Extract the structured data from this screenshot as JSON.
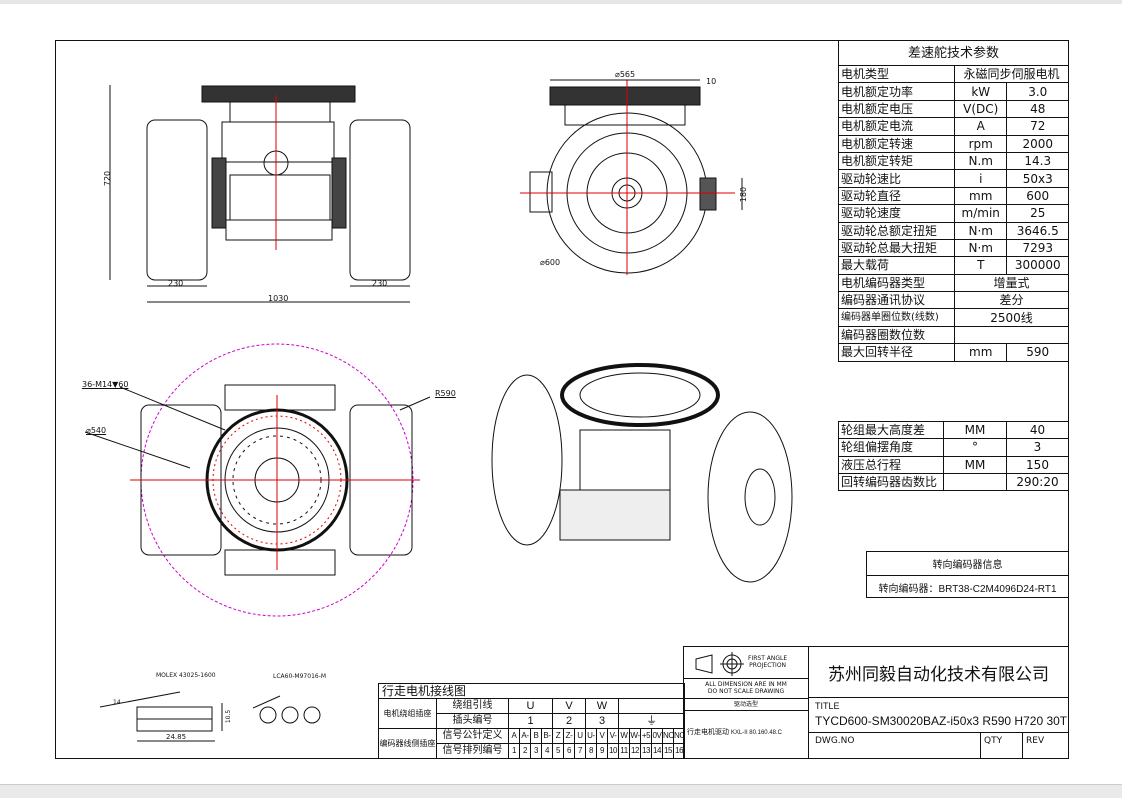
{
  "spec_table": {
    "title": "差速舵技术参数",
    "rows": [
      {
        "label": "电机类型",
        "value": "永磁同步伺服电机"
      },
      {
        "label": "电机额定功率",
        "unit": "kW",
        "value": "3.0"
      },
      {
        "label": "电机额定电压",
        "unit": "V(DC)",
        "value": "48"
      },
      {
        "label": "电机额定电流",
        "unit": "A",
        "value": "72"
      },
      {
        "label": "电机额定转速",
        "unit": "rpm",
        "value": "2000"
      },
      {
        "label": "电机额定转矩",
        "unit": "N.m",
        "value": "14.3"
      },
      {
        "label": "驱动轮速比",
        "unit": "i",
        "value": "50x3"
      },
      {
        "label": "驱动轮直径",
        "unit": "mm",
        "value": "600"
      },
      {
        "label": "驱动轮速度",
        "unit": "m/min",
        "value": "25"
      },
      {
        "label": "驱动轮总额定扭矩",
        "unit": "N·m",
        "value": "3646.5"
      },
      {
        "label": "驱动轮总最大扭矩",
        "unit": "N·m",
        "value": "7293"
      },
      {
        "label": "最大载荷",
        "unit": "T",
        "value": "300000"
      },
      {
        "label": "电机编码器类型",
        "value": "增量式"
      },
      {
        "label": "编码器通讯协议",
        "value": "差分"
      },
      {
        "label": "编码器单圈位数(线数)",
        "value": "2500线"
      },
      {
        "label": "编码器圈数位数",
        "value": ""
      },
      {
        "label": "最大回转半径",
        "unit": "mm",
        "value": "590"
      }
    ]
  },
  "spec_table2": {
    "rows": [
      {
        "label": "轮组最大高度差",
        "unit": "MM",
        "value": "40"
      },
      {
        "label": "轮组偏摆角度",
        "unit": "°",
        "value": "3"
      },
      {
        "label": "液压总行程",
        "unit": "MM",
        "value": "150"
      },
      {
        "label": "回转编码器齿数比",
        "unit": "",
        "value": "290:20"
      }
    ]
  },
  "encoder_info": {
    "title": "转向编码器信息",
    "value": "转向编码器：BRT38-C2M4096D24-RT1"
  },
  "wiring": {
    "title": "行走电机接线图",
    "motor_socket": "电机绕组插座",
    "encoder_socket": "编码器线侧插座",
    "row_labels": [
      "绕组引线",
      "插头编号",
      "信号公针定义",
      "信号排列编号"
    ],
    "phases": [
      "U",
      "V",
      "W"
    ],
    "plug_numbers": [
      "1",
      "2",
      "3"
    ],
    "pins": [
      "A",
      "A-",
      "B",
      "B-",
      "Z",
      "Z-",
      "U",
      "U-",
      "V",
      "V-",
      "W",
      "W-",
      "+5",
      "0V",
      "NC",
      "NC"
    ],
    "pin_numbers": [
      "1",
      "2",
      "3",
      "4",
      "5",
      "6",
      "7",
      "8",
      "9",
      "10",
      "11",
      "12",
      "13",
      "14",
      "15",
      "16"
    ]
  },
  "title_block": {
    "projection": [
      "FIRST ANGLE",
      "PROJECTION"
    ],
    "note": [
      "ALL DIMENSION ARE IN MM",
      "DO NOT SCALE DRAWING"
    ],
    "drive_selection": "驱动选型",
    "drive_label": "行走电机驱动",
    "drive_model": "KXL-II 80.160.48.C",
    "company": "苏州同毅自动化技术有限公司",
    "title_label": "TITLE",
    "title": "TYCD600-SM30020BAZ-i50x3 R590  H720 30T",
    "dwg_no": "DWG.NO",
    "qty": "QTY",
    "rev": "REV"
  },
  "dimensions": {
    "height": "720",
    "wheel_width_left": "230",
    "overall_width": "1030",
    "wheel_width_right": "230",
    "bearing_dia": "⌀565",
    "bearing_thk": "10",
    "side": "180",
    "wheel_dia": "⌀600",
    "bolts": "36-M14▼60",
    "bolt_circle": "⌀540",
    "turn_radius": "R590",
    "molex": "MOLEX 43025-1600",
    "lca": "LCA60-M97016-M",
    "conn_w": "24.85",
    "conn_h": "10.5",
    "conn_angle": "14"
  },
  "colors": {
    "centerline": "#e00000",
    "radius_circle": "#d000d0"
  }
}
